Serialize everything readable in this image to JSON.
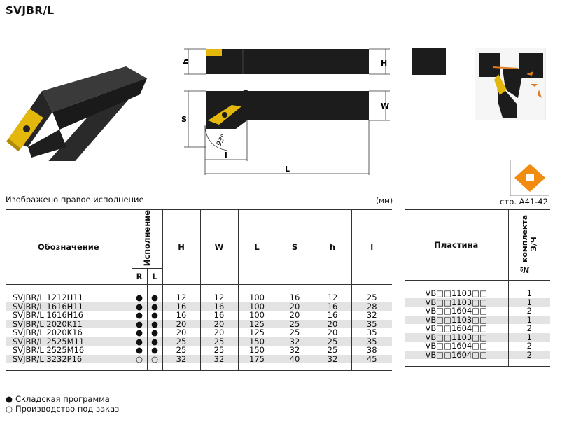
{
  "title": "SVJBR/L",
  "caption": "Изображено правое исполнение",
  "units": "(мм)",
  "page_ref": "стр. A41-42",
  "drawing_labels": {
    "h": "h",
    "H": "H",
    "S": "S",
    "W": "W",
    "l": "l",
    "L": "L",
    "angle": "93°"
  },
  "table": {
    "headers": {
      "designation": "Обозначение",
      "version": "Исполнение",
      "R": "R",
      "L": "L",
      "H": "H",
      "W": "W",
      "Lcol": "L",
      "S": "S",
      "h": "h",
      "l": "l"
    },
    "rows": [
      {
        "des": "SVJBR/L 1212H11",
        "R": "●",
        "L": "●",
        "H": "12",
        "W": "12",
        "Lv": "100",
        "S": "16",
        "h": "12",
        "l": "25"
      },
      {
        "des": "SVJBR/L 1616H11",
        "R": "●",
        "L": "●",
        "H": "16",
        "W": "16",
        "Lv": "100",
        "S": "20",
        "h": "16",
        "l": "28"
      },
      {
        "des": "SVJBR/L 1616H16",
        "R": "●",
        "L": "●",
        "H": "16",
        "W": "16",
        "Lv": "100",
        "S": "20",
        "h": "16",
        "l": "32"
      },
      {
        "des": "SVJBR/L 2020K11",
        "R": "●",
        "L": "●",
        "H": "20",
        "W": "20",
        "Lv": "125",
        "S": "25",
        "h": "20",
        "l": "35"
      },
      {
        "des": "SVJBR/L 2020K16",
        "R": "●",
        "L": "●",
        "H": "20",
        "W": "20",
        "Lv": "125",
        "S": "25",
        "h": "20",
        "l": "35"
      },
      {
        "des": "SVJBR/L 2525M11",
        "R": "●",
        "L": "●",
        "H": "25",
        "W": "25",
        "Lv": "150",
        "S": "32",
        "h": "25",
        "l": "35"
      },
      {
        "des": "SVJBR/L 2525M16",
        "R": "●",
        "L": "●",
        "H": "25",
        "W": "25",
        "Lv": "150",
        "S": "32",
        "h": "25",
        "l": "38"
      },
      {
        "des": "SVJBR/L 3232P16",
        "R": "○",
        "L": "○",
        "H": "32",
        "W": "32",
        "Lv": "175",
        "S": "40",
        "h": "32",
        "l": "45"
      }
    ]
  },
  "side_table": {
    "headers": {
      "insert": "Пластина",
      "kit": "№ комплекта З/Ч"
    },
    "rows": [
      {
        "insert": "VB□□1103□□",
        "kit": "1"
      },
      {
        "insert": "VB□□1103□□",
        "kit": "1"
      },
      {
        "insert": "VB□□1604□□",
        "kit": "2"
      },
      {
        "insert": "VB□□1103□□",
        "kit": "1"
      },
      {
        "insert": "VB□□1604□□",
        "kit": "2"
      },
      {
        "insert": "VB□□1103□□",
        "kit": "1"
      },
      {
        "insert": "VB□□1604□□",
        "kit": "2"
      },
      {
        "insert": "VB□□1604□□",
        "kit": "2"
      }
    ]
  },
  "legend": {
    "stock": {
      "mark": "●",
      "text": "Складская программа"
    },
    "order": {
      "mark": "○",
      "text": "Производство под заказ"
    }
  },
  "colors": {
    "insert_gold": "#e3b70c",
    "insert_orange": "#f28c10",
    "holder": "#1c1c1c"
  }
}
